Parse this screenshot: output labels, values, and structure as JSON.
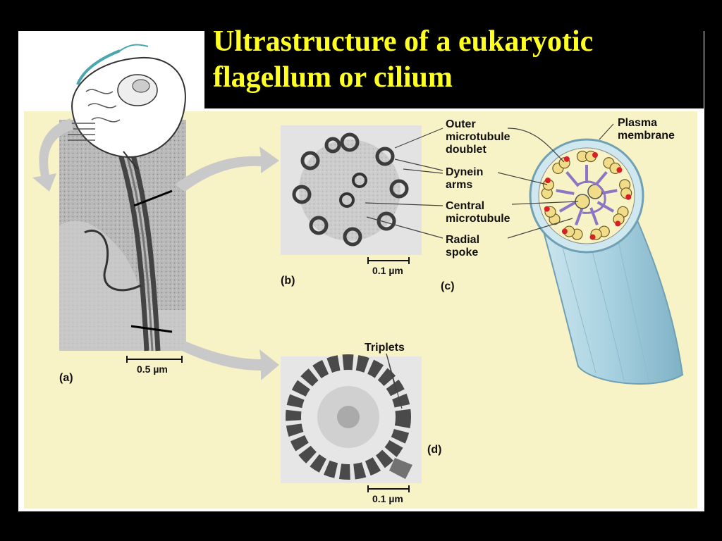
{
  "title": "Ultrastructure of a eukaryotic flagellum or cilium",
  "labels": {
    "outer_doublet": "Outer\nmicrotubule\ndoublet",
    "dynein_arms": "Dynein\narms",
    "central_microtubule": "Central\nmicrotubule",
    "radial_spoke": "Radial\nspoke",
    "plasma_membrane": "Plasma\nmembrane",
    "triplets": "Triplets"
  },
  "panel_letters": {
    "a": "(a)",
    "b": "(b)",
    "c": "(c)",
    "d": "(d)"
  },
  "scale_bars": {
    "a": "0.5 µm",
    "b": "0.1 µm",
    "d": "0.1 µm"
  },
  "colors": {
    "title": "#ffff22",
    "background": "#000000",
    "cream_panel": "#f8f3c6",
    "membrane_blue": "#a9d2e1",
    "doublet_yellow": "#f1dc8a",
    "dynein_red": "#d81f26",
    "spoke_purple": "#8a76c4"
  }
}
